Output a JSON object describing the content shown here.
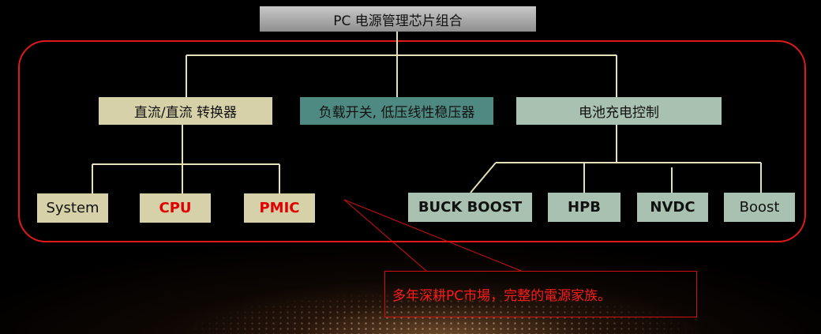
{
  "root": {
    "label": "PC 电源管理芯片组合"
  },
  "categories": [
    {
      "label": "直流/直流 转换器"
    },
    {
      "label": "负载开关, 低压线性稳压器"
    },
    {
      "label": "电池充电控制"
    }
  ],
  "dcdc_children": [
    {
      "label": "System"
    },
    {
      "label": "CPU"
    },
    {
      "label": "PMIC"
    }
  ],
  "charger_children": [
    {
      "label": "BUCK BOOST"
    },
    {
      "label": "HPB"
    },
    {
      "label": "NVDC"
    },
    {
      "label": "Boost"
    }
  ],
  "callout": {
    "text": "多年深耕PC市場，完整的電源家族。"
  },
  "colors": {
    "frame": "#e01a1a",
    "connector": "#e6e0b8",
    "root_fill": "#b4b4b4",
    "beige_fill": "#d6d1a9",
    "teal_fill": "#4f8a82",
    "sage_fill": "#a9c1b0",
    "highlight_text": "#e00000"
  }
}
